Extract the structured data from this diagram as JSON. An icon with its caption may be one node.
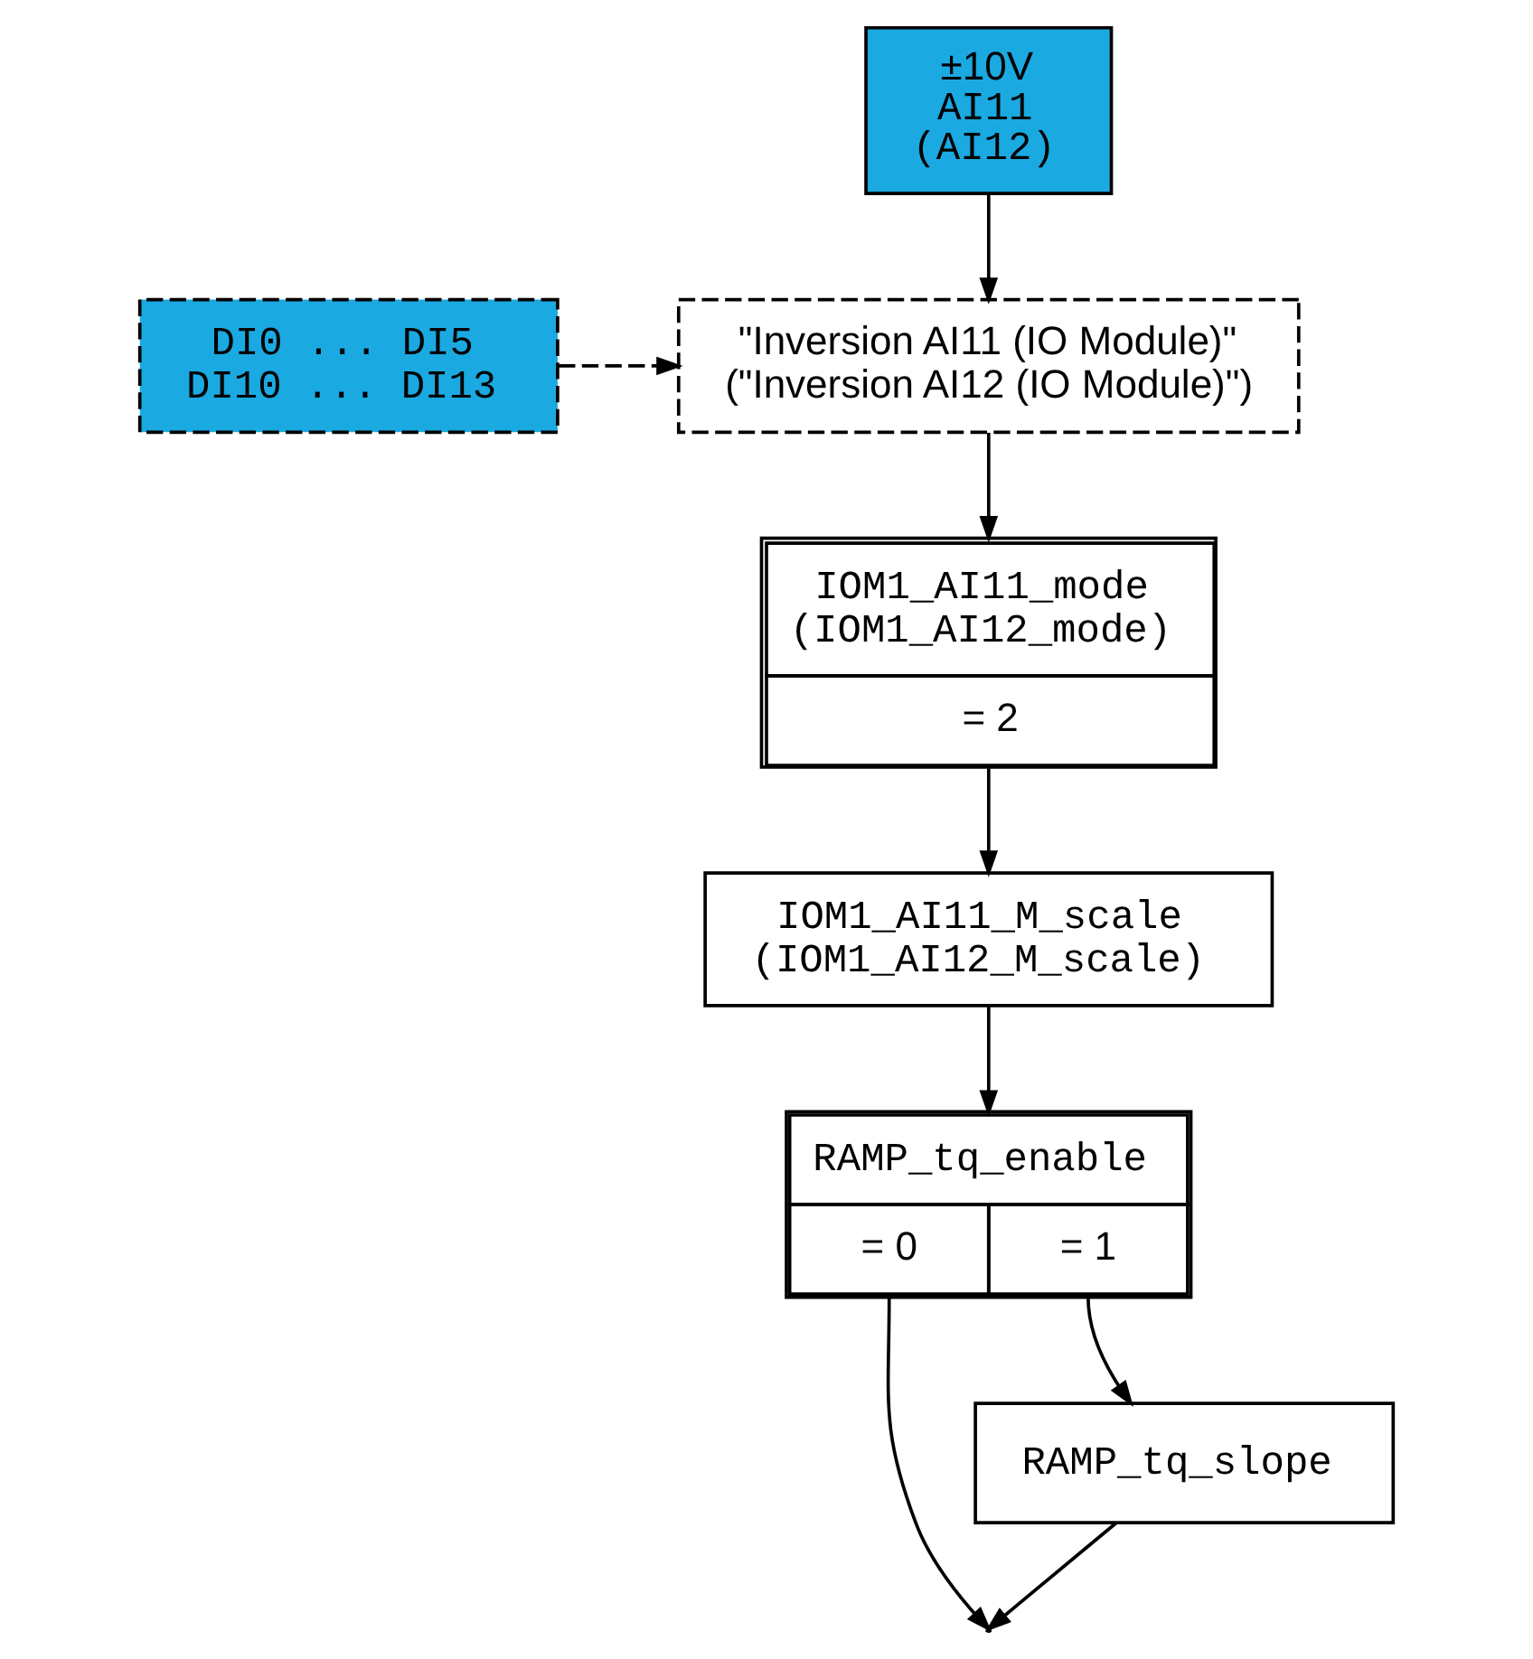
{
  "diagram": {
    "nodes": [
      {
        "text": [
          "±10V",
          "AI11",
          "(AI12)"
        ]
      },
      {
        "text": [
          "DI0 ... DI5",
          "DI10 ... DI13"
        ]
      },
      {
        "text": [
          "\"Inversion AI11 (IO Module)\"",
          "(\"Inversion AI12 (IO Module)\")"
        ]
      },
      {
        "text": [
          "IOM1_AI11_mode",
          "(IOM1_AI12_mode)",
          "= 2"
        ]
      },
      {
        "text": [
          "IOM1_AI11_M_scale",
          "(IOM1_AI12_M_scale)"
        ]
      },
      {
        "text": [
          "RAMP_tq_enable",
          "= 0",
          "= 1"
        ]
      },
      {
        "text": [
          "RAMP_tq_slope"
        ]
      }
    ],
    "edges": [
      {
        "from": 0,
        "to": 2,
        "arrow": "to"
      },
      {
        "from": 1,
        "to": 2,
        "arrow": "to",
        "style": "dashed"
      },
      {
        "from": 2,
        "to": 3,
        "arrow": "to"
      },
      {
        "from": 3,
        "to": 4,
        "arrow": "to"
      },
      {
        "from": 4,
        "to": 5,
        "arrow": "to"
      },
      {
        "from": 5,
        "to": 6,
        "arrow": "to"
      },
      {
        "from": 5,
        "to": null,
        "arrow": "to"
      },
      {
        "from": 6,
        "to": null,
        "arrow": "to"
      }
    ]
  }
}
